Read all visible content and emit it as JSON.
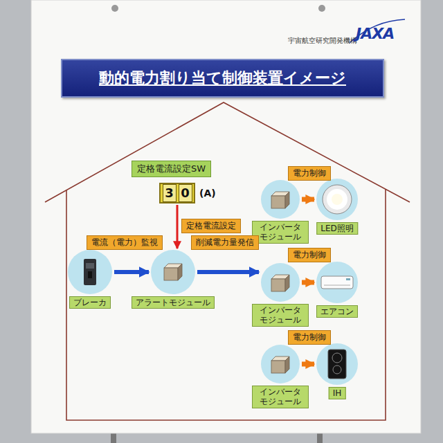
{
  "diagram": {
    "title": "動的電力割り当て制御装置イメージ",
    "nodes": [
      {
        "text": [
          "定格電流設定SW"
        ]
      },
      {
        "text": [
          "3",
          "0",
          "(A)"
        ]
      },
      {
        "text": [
          "ブレーカ"
        ]
      },
      {
        "text": [
          "アラートモジュール"
        ]
      },
      {
        "text": [
          "インバータ モジュール"
        ]
      },
      {
        "text": [
          "LED照明"
        ]
      },
      {
        "text": [
          "インバータ モジュール"
        ]
      },
      {
        "text": [
          "エアコン"
        ]
      },
      {
        "text": [
          "インバータ モジュール"
        ]
      },
      {
        "text": [
          "IH"
        ]
      }
    ],
    "edges": [
      {
        "from": 1,
        "to": 3,
        "arrow": "to",
        "label": "定格電流設定"
      },
      {
        "from": 2,
        "to": 3,
        "arrow": "to",
        "label": "電流（電力）監視"
      },
      {
        "from": 3,
        "to": 6,
        "arrow": "to",
        "label": "削減電力量発信"
      },
      {
        "from": 4,
        "to": 5,
        "arrow": "to",
        "label": "電力制御"
      },
      {
        "from": 6,
        "to": 7,
        "arrow": "to",
        "label": "電力制御"
      },
      {
        "from": 8,
        "to": 9,
        "arrow": "to",
        "label": "電力制御"
      }
    ],
    "labels": [
      "宇宙航空研究開発機構",
      "JAXA"
    ]
  }
}
